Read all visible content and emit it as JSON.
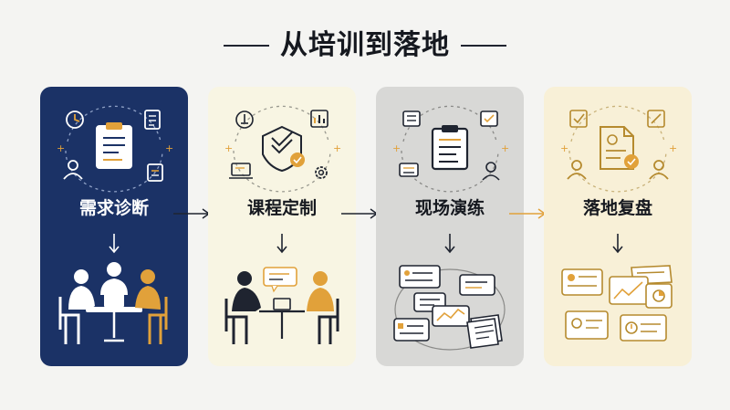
{
  "title": "从培训到落地",
  "colors": {
    "navy": "#1b3266",
    "orange": "#e1a13a",
    "cream": "#f8f5e3",
    "gray": "#d8d8d6",
    "beige": "#f8f0d7",
    "dark": "#1f2430"
  },
  "steps": [
    {
      "label": "需求诊断",
      "icons": [
        "clock-icon",
        "clipboard-icon",
        "document-icon",
        "user-icon",
        "report-icon",
        "meeting-people-icon"
      ]
    },
    {
      "label": "课程定制",
      "icons": [
        "pin-icon",
        "shield-check-icon",
        "chart-icon",
        "laptop-icon",
        "gear-icon",
        "coaching-people-icon"
      ]
    },
    {
      "label": "现场演练",
      "icons": [
        "document-icon",
        "clipboard-icon",
        "checklist-icon",
        "list-icon",
        "user-icon",
        "practice-cards-icon"
      ]
    },
    {
      "label": "落地复盘",
      "icons": [
        "check-icon",
        "document-check-icon",
        "edit-icon",
        "user-icon",
        "user-icon",
        "review-cards-icon"
      ]
    }
  ]
}
